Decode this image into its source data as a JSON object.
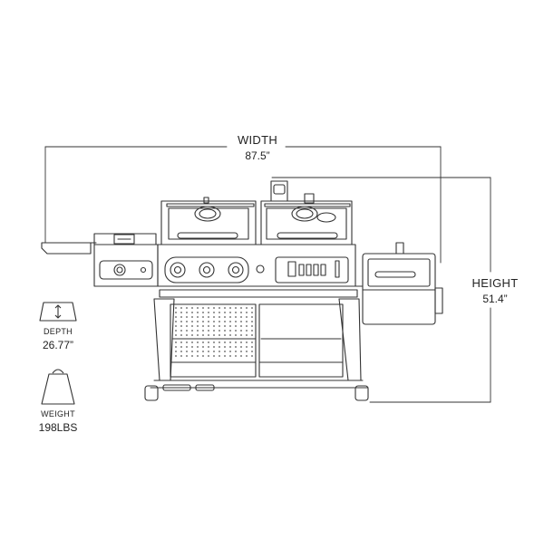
{
  "dimensions": {
    "width": {
      "label": "WIDTH",
      "value": "87.5”"
    },
    "height": {
      "label": "HEIGHT",
      "value": "51.4”"
    },
    "depth": {
      "label": "DEPTH",
      "value": "26.77”",
      "icon": "depth-arrow-icon"
    },
    "weight": {
      "label": "WEIGHT",
      "value": "198LBS",
      "icon": "weight-icon"
    }
  },
  "colors": {
    "line": "#333333",
    "background": "#ffffff"
  }
}
